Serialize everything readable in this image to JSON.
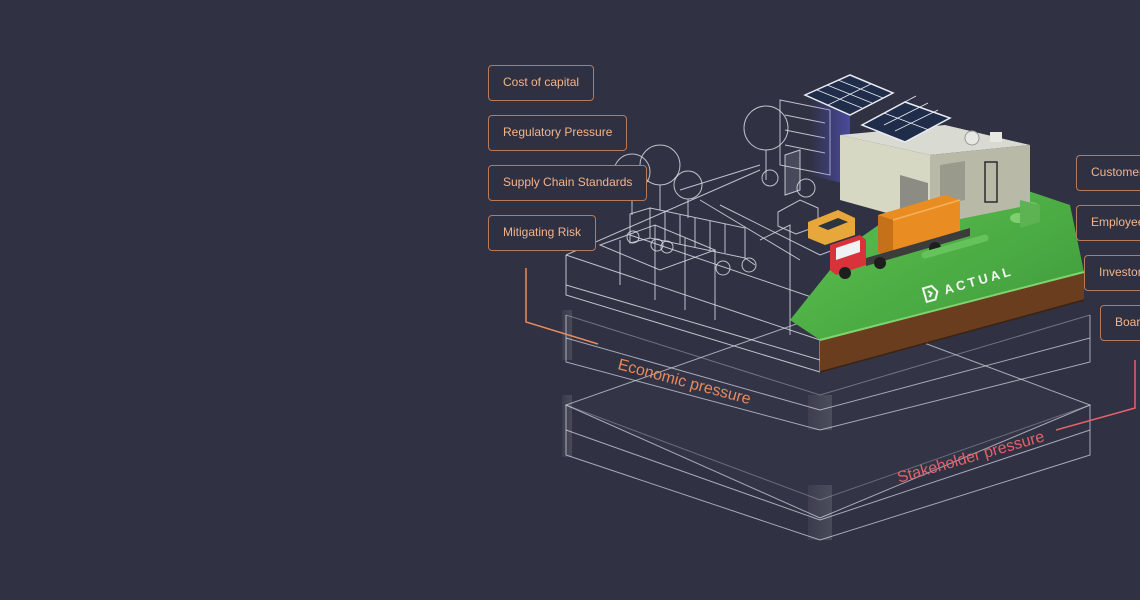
{
  "economic_factors": [
    {
      "label": "Cost of capital"
    },
    {
      "label": "Regulatory Pressure"
    },
    {
      "label": "Supply Chain Standards"
    },
    {
      "label": "Mitigating Risk"
    }
  ],
  "stakeholders": [
    {
      "label": "Customers"
    },
    {
      "label": "Employees"
    },
    {
      "label": "Investors"
    },
    {
      "label": "Board"
    }
  ],
  "layers": {
    "economic": "Economic pressure",
    "stakeholder": "Stakeholder pressure"
  },
  "brand": {
    "name": "ACTUAL"
  },
  "colors": {
    "background": "#303143",
    "economic_accent": "#e98a5d",
    "stakeholder_accent": "#e2616a",
    "grass": "#4fb548",
    "soil": "#6b3d1f",
    "tag_border": "#b87a58"
  },
  "icons": [
    "solar-panel-icon",
    "warehouse-icon",
    "truck-icon",
    "tree-icon",
    "van-icon",
    "actual-logo-icon"
  ]
}
